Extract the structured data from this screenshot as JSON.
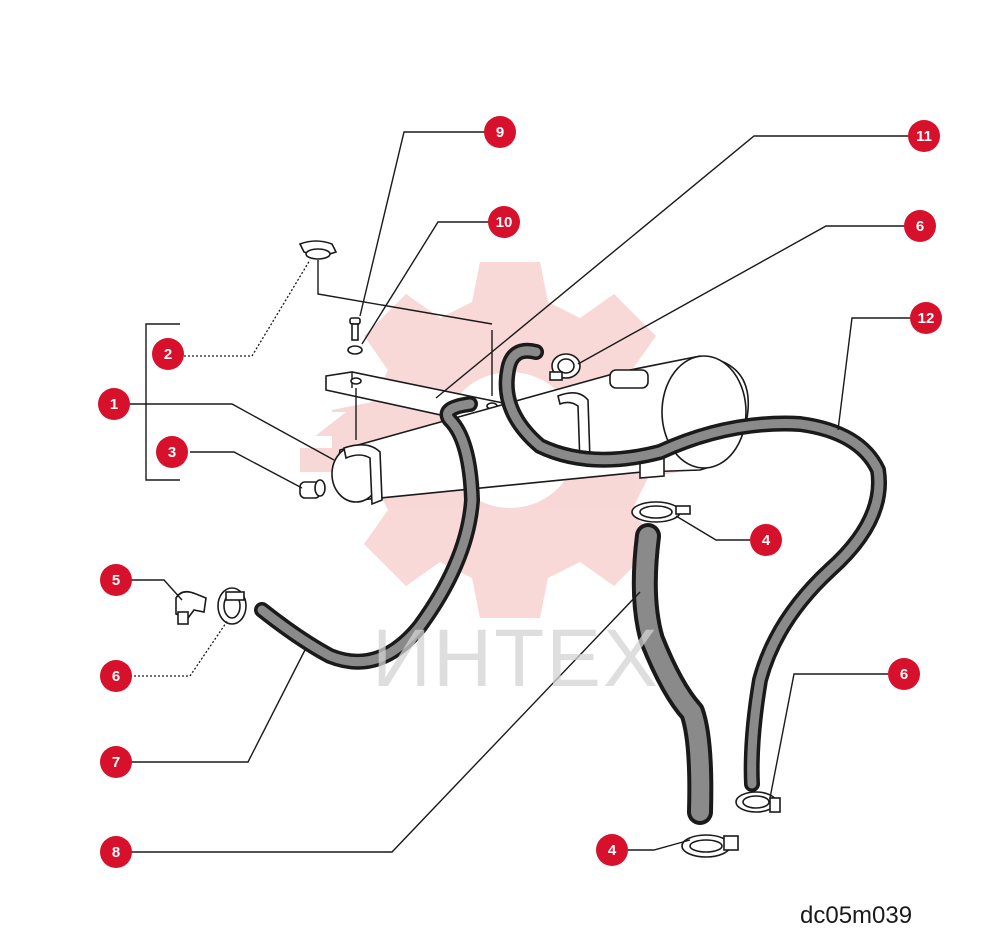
{
  "watermark": {
    "text": "ИНТЕХ",
    "icon": "gear-logo-icon",
    "color": "#f4b8b8"
  },
  "drawing_code": "dc05m039",
  "callout_color": "#d7102c",
  "callouts": [
    {
      "id": "c9",
      "label": "9"
    },
    {
      "id": "c11",
      "label": "11"
    },
    {
      "id": "c10",
      "label": "10"
    },
    {
      "id": "c6a",
      "label": "6"
    },
    {
      "id": "c12",
      "label": "12"
    },
    {
      "id": "c2",
      "label": "2"
    },
    {
      "id": "c1",
      "label": "1"
    },
    {
      "id": "c3",
      "label": "3"
    },
    {
      "id": "c4a",
      "label": "4"
    },
    {
      "id": "c5",
      "label": "5"
    },
    {
      "id": "c6b",
      "label": "6"
    },
    {
      "id": "c6c",
      "label": "6"
    },
    {
      "id": "c7",
      "label": "7"
    },
    {
      "id": "c8",
      "label": "8"
    },
    {
      "id": "c4b",
      "label": "4"
    }
  ]
}
